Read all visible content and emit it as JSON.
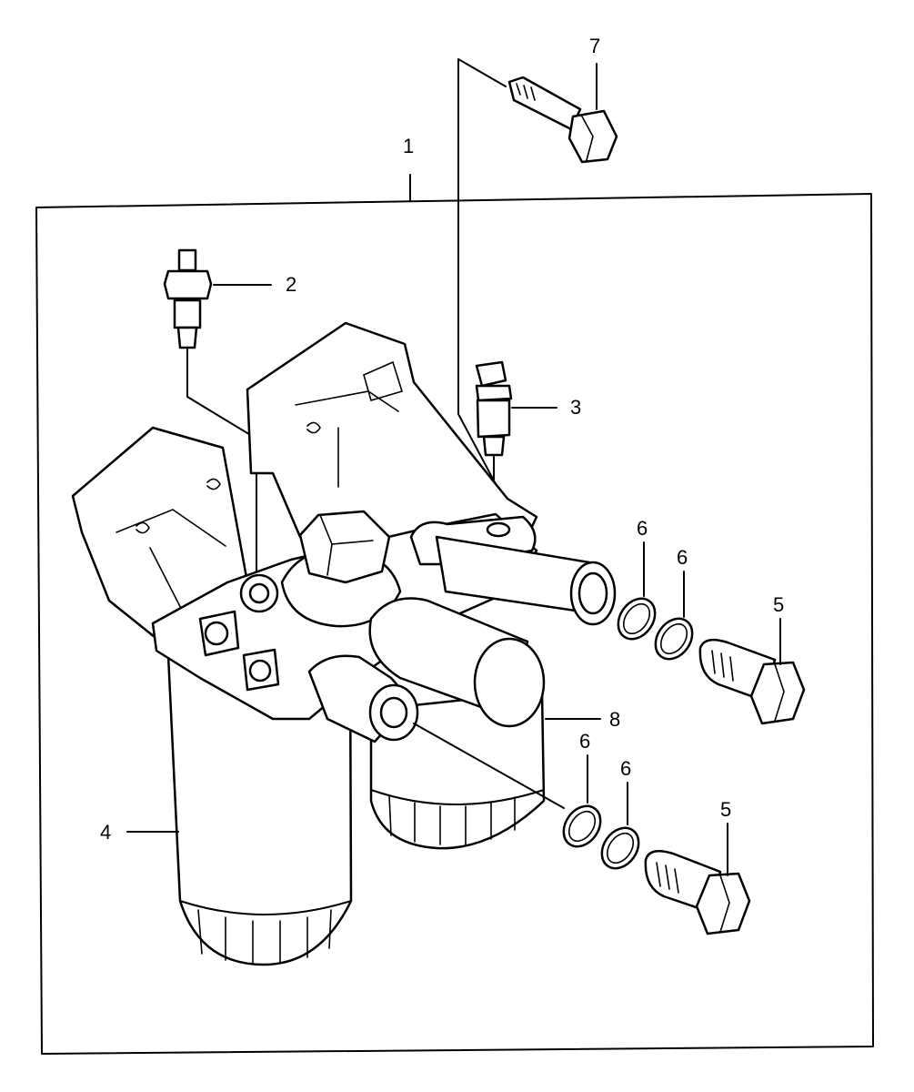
{
  "callouts": {
    "c1": "1",
    "c2": "2",
    "c3": "3",
    "c4": "4",
    "c5a": "5",
    "c5b": "5",
    "c6a": "6",
    "c6b": "6",
    "c6c": "6",
    "c6d": "6",
    "c7": "7",
    "c8": "8"
  }
}
